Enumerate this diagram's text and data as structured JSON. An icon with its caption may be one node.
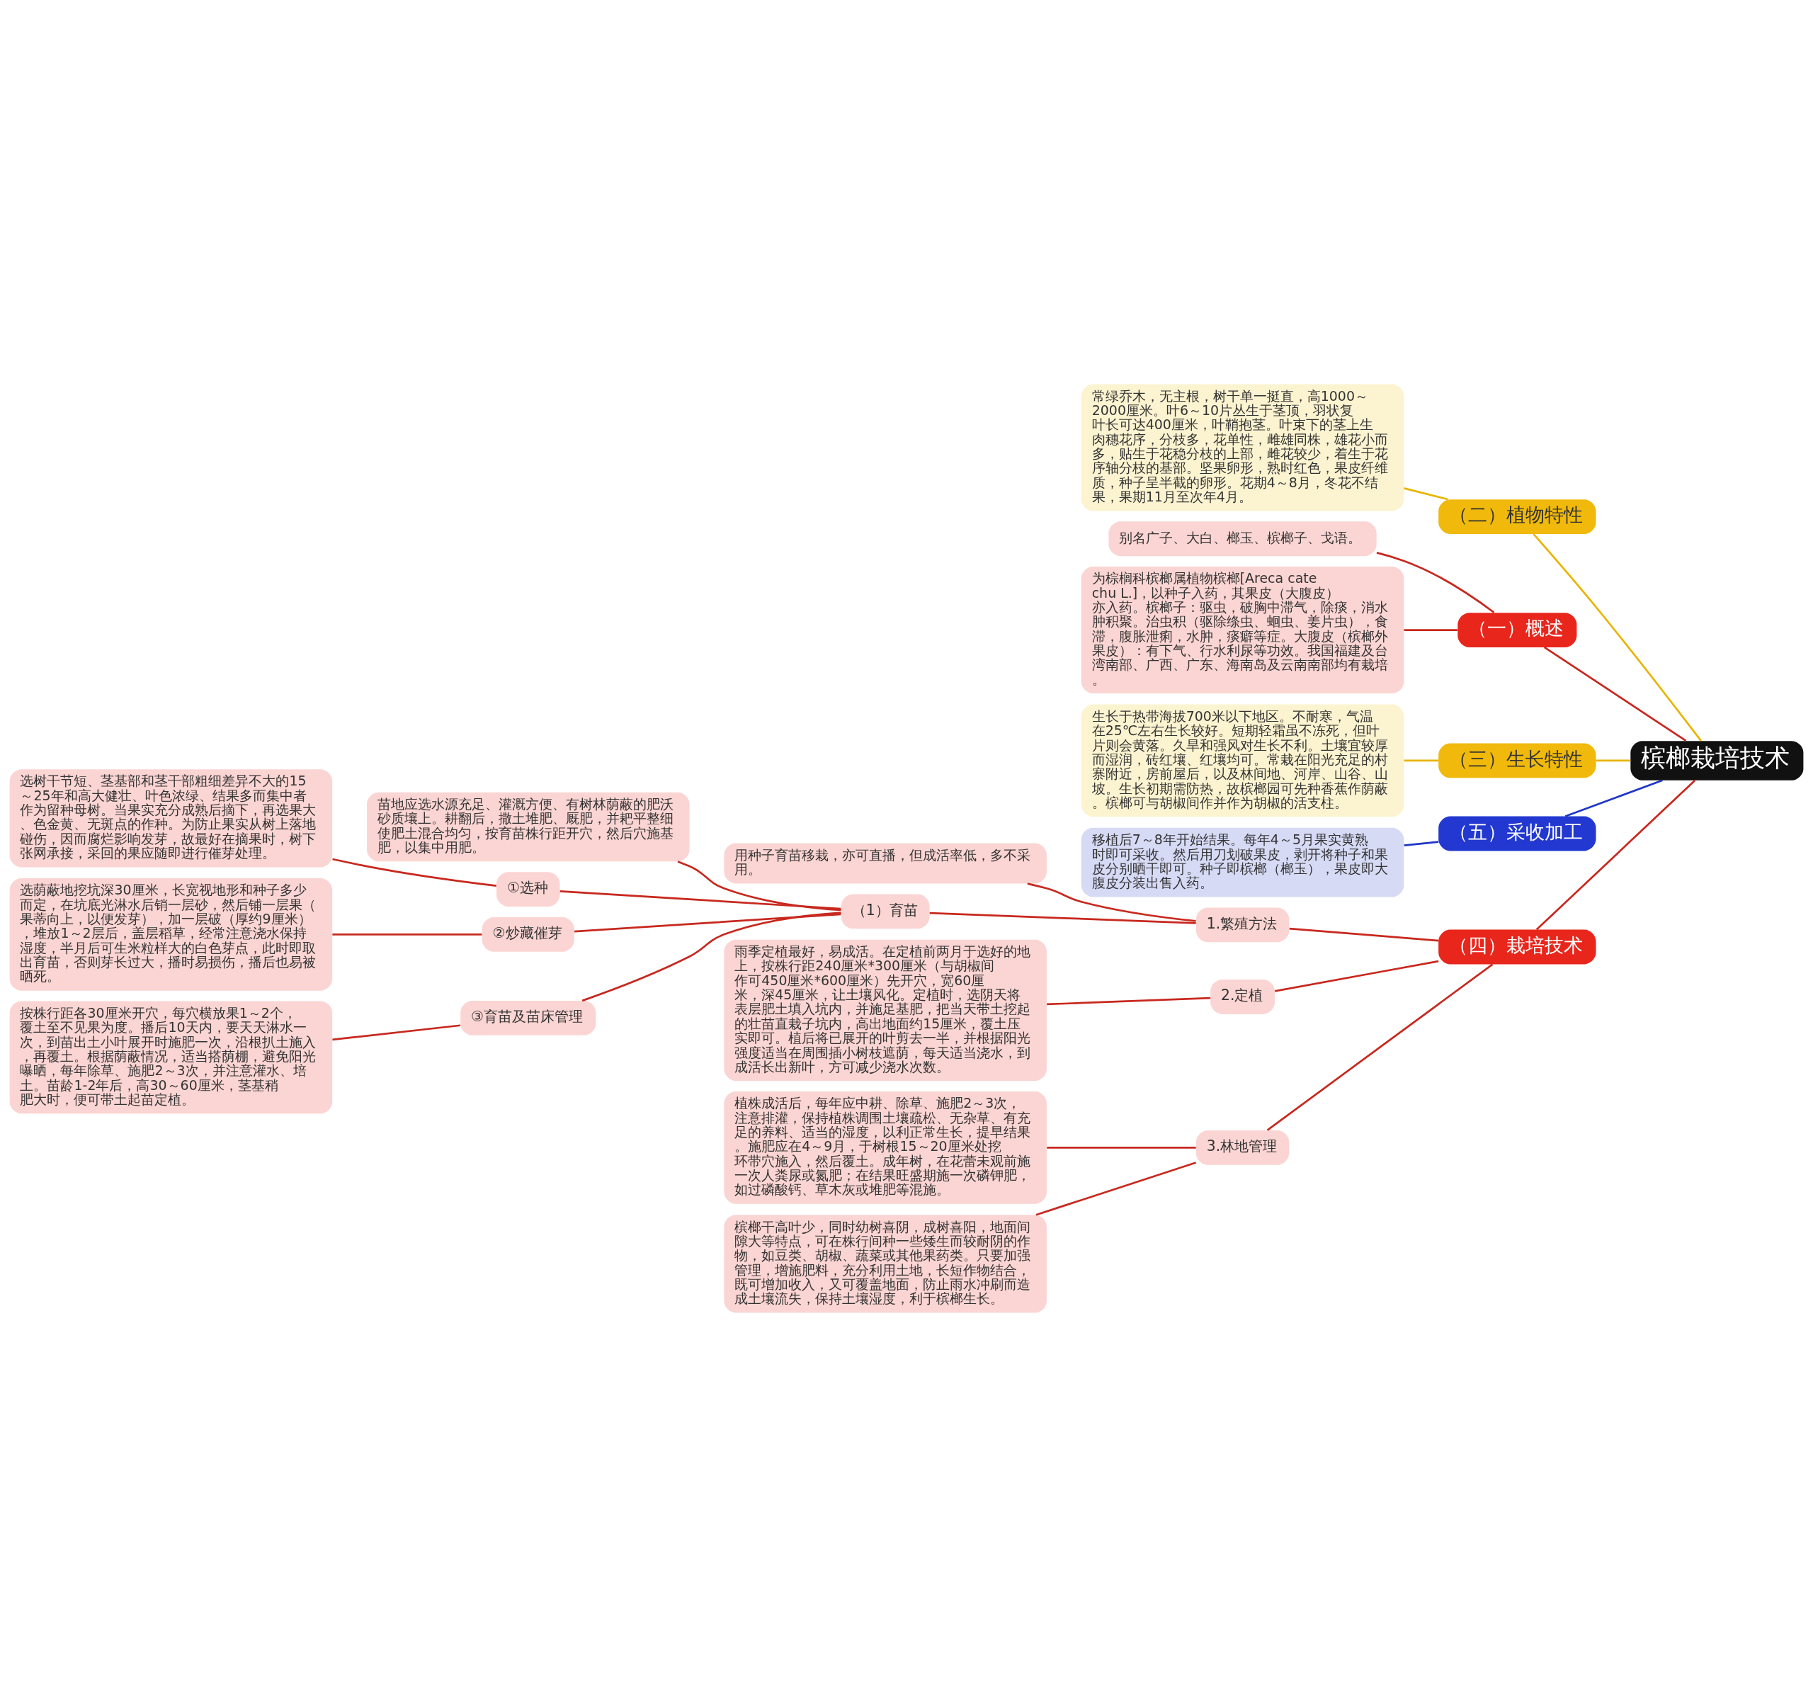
{
  "diagram": {
    "nodes": [
      {
        "text": [
          "槟榔栽培技术"
        ]
      },
      {
        "text": [
          "（二）植物特性"
        ]
      },
      {
        "text": [
          "常绿乔木，无主根，树干单一挺直，高1000～2000厘米。叶6～10片丛生于茎顶，羽状复叶长可达400厘米，叶鞘抱茎。叶束下的茎上生肉穗花序，分枝多，花单性，雌雄同株，雄花小而多，贴生于花稳分枝的上部，雌花较少，着生于花序轴分枝的基部。坚果卵形，熟时红色，果皮纤维质，种子呈半截的卵形。花期4～8月，冬花不结果，果期11月至次年4月。"
        ]
      },
      {
        "text": [
          "（一）概述"
        ]
      },
      {
        "text": [
          "别名广子、大白、榔玉、槟榔子、戈语。"
        ]
      },
      {
        "text": [
          "为棕榈科槟榔属植物槟榔[Areca catechu L.]，以种子入药，其果皮（大腹皮）亦入药。槟榔子：驱虫，破胸中滞气，除痰，消水肿积聚。治虫积（驱除绦虫、蛔虫、姜片虫），食滞，腹胀泄痢，水肿，痰癖等症。大腹皮（槟榔外果皮）：有下气、行水利尿等功效。我国福建及台湾南部、广西、广东、海南岛及云南南部均有栽培。"
        ]
      },
      {
        "text": [
          "（三）生长特性"
        ]
      },
      {
        "text": [
          "生长于热带海拔700米以下地区。不耐寒，气温在25℃左右生长较好。短期轻霜虽不冻死，但叶片则会黄落。久旱和强风对生长不利。土壤宜较厚而湿润，砖红壤、红壤均可。常栽在阳光充足的村寨附近，房前屋后，以及林间地、河岸、山谷、山坡。生长初期需防热，故槟榔园可先种香蕉作荫蔽。槟榔可与胡椒间作并作为胡椒的活支柱。"
        ]
      },
      {
        "text": [
          "（五）采收加工"
        ]
      },
      {
        "text": [
          "移植后7～8年开始结果。每年4～5月果实黄熟时即可采收。然后用刀划破果皮，剥开将种子和果皮分别晒干即可。种子即槟榔（榔玉），果皮即大腹皮分装出售入药。"
        ]
      },
      {
        "text": [
          "（四）栽培技术"
        ]
      },
      {
        "text": [
          "1.繁殖方法"
        ]
      },
      {
        "text": [
          "用种子育苗移栽，亦可直播，但成活率低，多不采用。"
        ]
      },
      {
        "text": [
          "（1）育苗"
        ]
      },
      {
        "text": [
          "苗地应选水源充足、灌溉方便、有树林荫蔽的肥沃砂质壤上。耕翻后，撒土堆肥、厩肥，并耙平整细使肥土混合均匀，按育苗株行距开穴，然后穴施基肥，以集中用肥。"
        ]
      },
      {
        "text": [
          "①选种"
        ]
      },
      {
        "text": [
          "选树干节短、茎基部和茎干部粗细差异不大的15～25年和高大健壮、叶色浓绿、结果多而集中者作为留种母树。当果实充分成熟后摘下，再选果大、色金黄、无斑点的作种。为防止果实从树上落地碰伤，因而腐烂影响发芽，故最好在摘果时，树下张网承接，采回的果应随即进行催芽处理。"
        ]
      },
      {
        "text": [
          "②炒藏催芽"
        ]
      },
      {
        "text": [
          "选荫蔽地挖坑深30厘米，长宽视地形和种子多少而定，在坑底光淋水后销一层砂，然后铺一层果（果蒂向上，以便发芽），加一层破（厚约9厘米），堆放1～2层后，盖层稻草，经常注意浇水保持湿度，半月后可生米粒样大的白色芽点，此时即取出育苗，否则芽长过大，播时易损伤，播后也易被晒死。"
        ]
      },
      {
        "text": [
          "③育苗及苗床管理"
        ]
      },
      {
        "text": [
          "按株行距各30厘米开穴，每穴横放果1～2个，覆土至不见果为度。播后10天内，要天天淋水一次，到苗出土小叶展开时施肥一次，沿根扒土施入，再覆土。根据荫蔽情况，适当搭荫棚，避免阳光曝晒，每年除草、施肥2～3次，并注意灌水、培土。苗龄1-2年后，高30～60厘米，茎基稍肥大时，便可带土起苗定植。"
        ]
      },
      {
        "text": [
          "2.定植"
        ]
      },
      {
        "text": [
          "雨季定植最好，易成活。在定植前两月于选好的地上，按株行距240厘米*300厘米（与胡椒间作可450厘米*600厘米）先开穴，宽60厘米，深45厘米，让土壤风化。定植时，选阴天将表层肥土填入坑内，并施足基肥，把当天带土挖起的壮苗直栽子坑内，高出地面约15厘米，覆土压实即可。植后将已展开的叶剪去一半，并根据阳光强度适当在周围插小树枝遮荫，每天适当浇水，到成活长出新叶，方可减少浇水次数。"
        ]
      },
      {
        "text": [
          "3.林地管理"
        ]
      },
      {
        "text": [
          "植株成活后，每年应中耕、除草、施肥2～3次，注意排灌，保持植株调围土壤疏松、无杂草、有充足的养料、适当的湿度，以利正常生长，提早结果。施肥应在4～9月，于树根15～20厘米处挖环带穴施入，然后覆土。成年树，在花蕾未观前施一次人粪尿或氮肥；在结果旺盛期施一次磷钾肥，如过磷酸钙、草木灰或堆肥等混施。"
        ]
      },
      {
        "text": [
          "槟榔干高叶少，同时幼树喜阴，成树喜阳，地面间隙大等特点，可在株行间种一些矮生而较耐阴的作物，如豆类、胡椒、蔬菜或其他果药类。只要加强管理，增施肥料，充分利用土地，长短作物结合，既可增加收入，又可覆盖地面，防止雨水冲刷而造成土壤流失，保持土壤湿度，利于槟榔生长。"
        ]
      }
    ],
    "edges": [
      {
        "from": 0,
        "to": 1,
        "arrow": "none",
        "color": "#e8b400"
      },
      {
        "from": 1,
        "to": 2,
        "arrow": "none",
        "color": "#e8b400"
      },
      {
        "from": 0,
        "to": 3,
        "arrow": "none"
      },
      {
        "from": 3,
        "to": 4,
        "arrow": "none"
      },
      {
        "from": 3,
        "to": 5,
        "arrow": "none"
      },
      {
        "from": 0,
        "to": 6,
        "arrow": "none",
        "color": "#e8b400"
      },
      {
        "from": 6,
        "to": 7,
        "arrow": "none",
        "color": "#e8b400"
      },
      {
        "from": 0,
        "to": 8,
        "arrow": "none",
        "color": "#1f36c8"
      },
      {
        "from": 8,
        "to": 9,
        "arrow": "none",
        "color": "#1f36c8"
      },
      {
        "from": 0,
        "to": 10,
        "arrow": "none"
      },
      {
        "from": 10,
        "to": 11,
        "arrow": "none"
      },
      {
        "from": 11,
        "to": 12,
        "arrow": "none"
      },
      {
        "from": 11,
        "to": 13,
        "arrow": "none"
      },
      {
        "from": 13,
        "to": 14,
        "arrow": "none"
      },
      {
        "from": 13,
        "to": 15,
        "arrow": "none"
      },
      {
        "from": 15,
        "to": 16,
        "arrow": "none"
      },
      {
        "from": 13,
        "to": 17,
        "arrow": "none"
      },
      {
        "from": 17,
        "to": 18,
        "arrow": "none"
      },
      {
        "from": 13,
        "to": 19,
        "arrow": "none"
      },
      {
        "from": 19,
        "to": 20,
        "arrow": "none"
      },
      {
        "from": 10,
        "to": 21,
        "arrow": "none"
      },
      {
        "from": 21,
        "to": 22,
        "arrow": "none"
      },
      {
        "from": 10,
        "to": 23,
        "arrow": "none"
      },
      {
        "from": 23,
        "to": 24,
        "arrow": "none"
      },
      {
        "from": 23,
        "to": 25,
        "arrow": "none"
      }
    ]
  }
}
